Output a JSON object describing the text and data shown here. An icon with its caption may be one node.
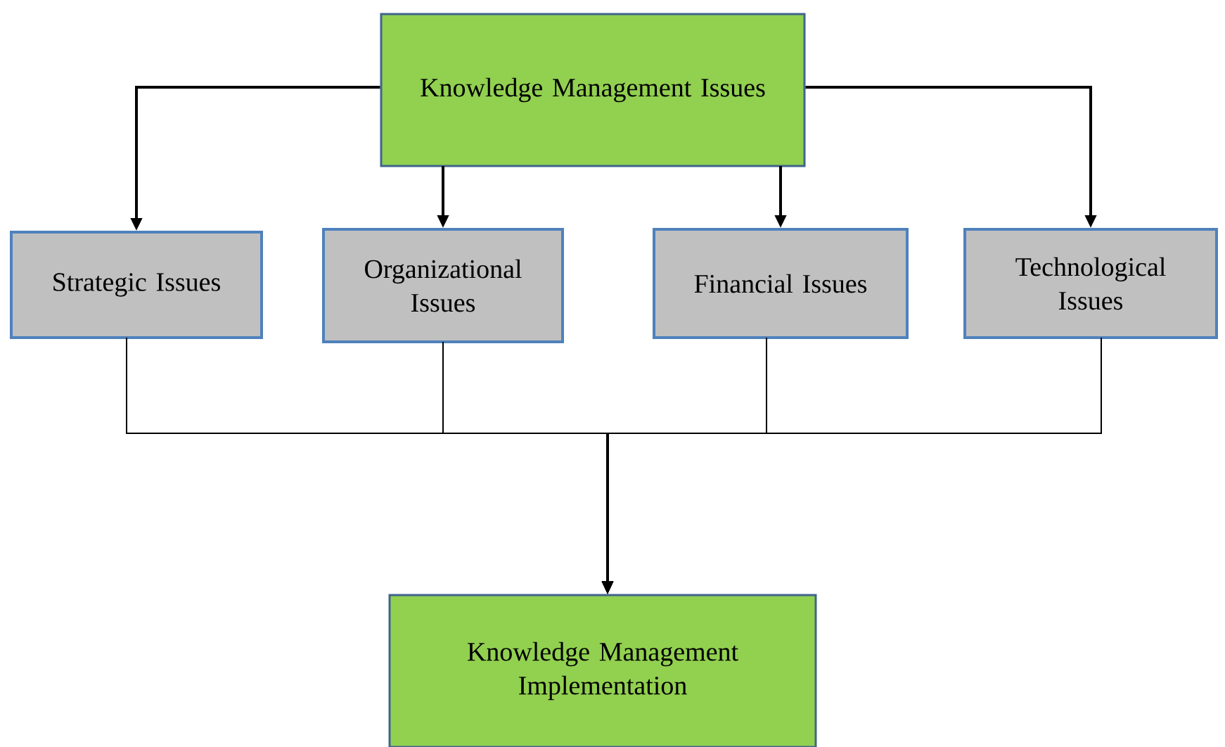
{
  "diagram": {
    "nodes": [
      {
        "text": [
          "Knowledge Management Issues"
        ]
      },
      {
        "text": [
          "Strategic Issues"
        ]
      },
      {
        "text": [
          "Organizational Issues"
        ]
      },
      {
        "text": [
          "Financial Issues"
        ]
      },
      {
        "text": [
          "Technological Issues"
        ]
      },
      {
        "text": [
          "Knowledge Management Implementation"
        ]
      }
    ],
    "edges": [
      {
        "from": 0,
        "to": 1,
        "arrow": "to"
      },
      {
        "from": 0,
        "to": 2,
        "arrow": "to"
      },
      {
        "from": 0,
        "to": 3,
        "arrow": "to"
      },
      {
        "from": 0,
        "to": 4,
        "arrow": "to"
      },
      {
        "from": 1,
        "to": 5,
        "arrow": "to"
      },
      {
        "from": 2,
        "to": 5,
        "arrow": "to"
      },
      {
        "from": 3,
        "to": 5,
        "arrow": "to"
      },
      {
        "from": 4,
        "to": 5,
        "arrow": "to"
      }
    ]
  }
}
